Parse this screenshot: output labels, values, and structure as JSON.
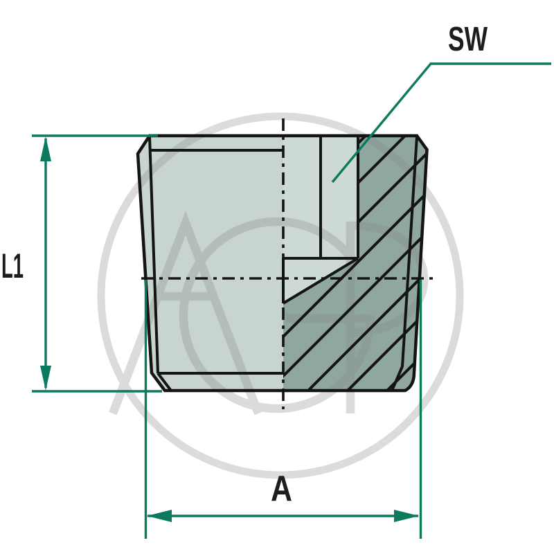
{
  "drawing": {
    "type": "technical-section-drawing",
    "part": "tapered blind plug with internal hex socket, right half shown in section"
  },
  "labels": {
    "l1": "L1",
    "a": "A",
    "sw": "SW"
  },
  "watermark": {
    "text": "AGP"
  },
  "colors": {
    "dimension_green": "#0b7a5e",
    "body_light": "#c8d4ce",
    "socket_light": "#cdd9d3",
    "section_dark": "#8fa79e",
    "line_black": "#141414",
    "watermark_gray": "#8a8a8a",
    "background": "#ffffff"
  }
}
